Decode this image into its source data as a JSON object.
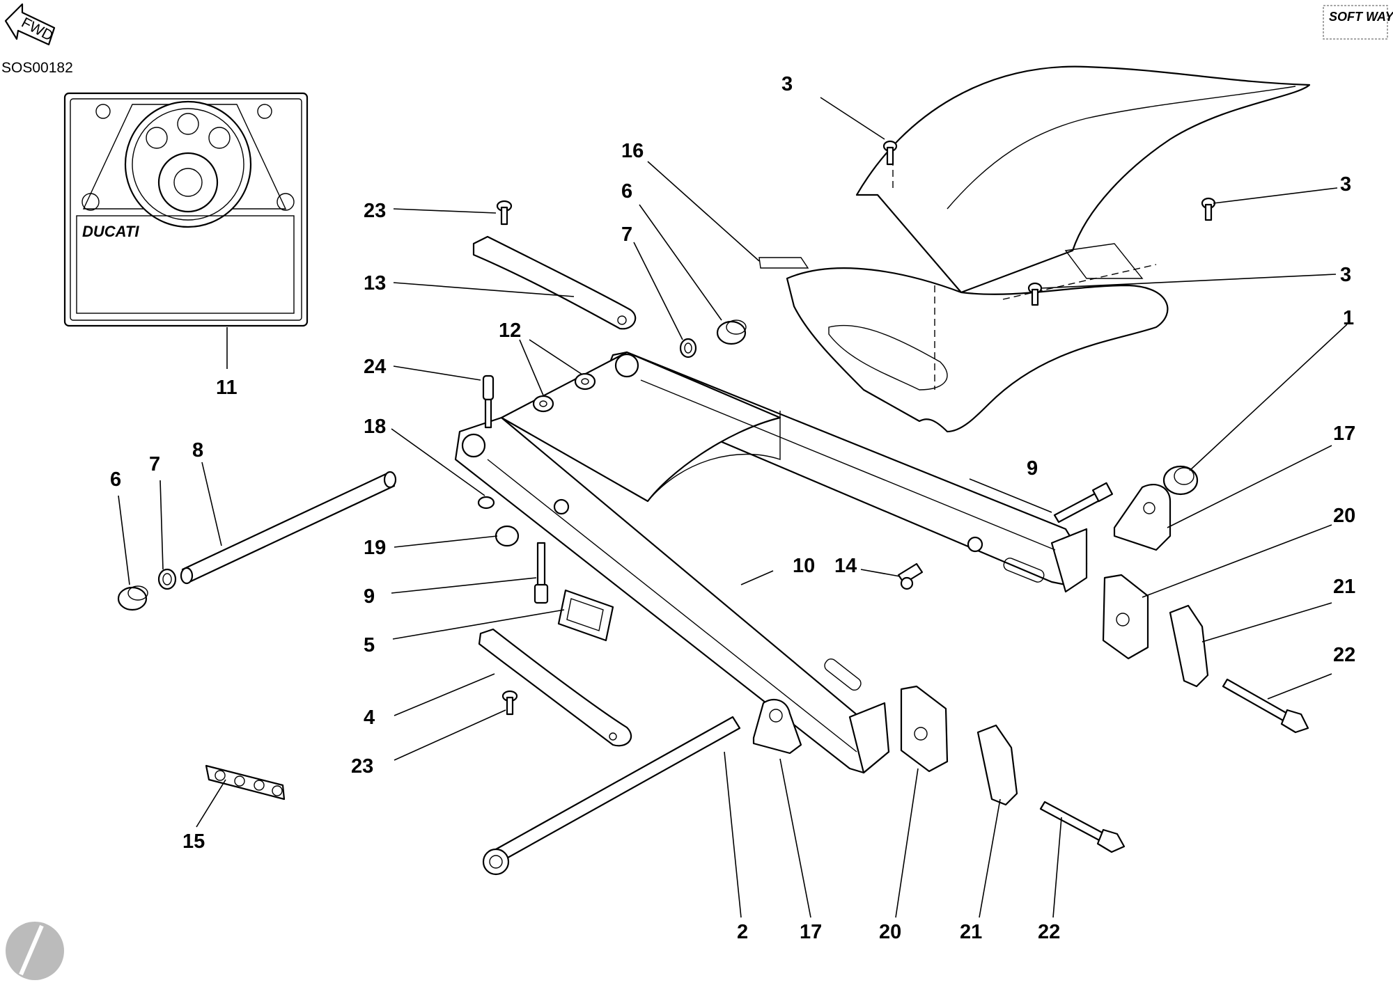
{
  "drawing": {
    "code": "SOS00182",
    "fwd_label": "FWD",
    "logo_text": "SOFT WAY",
    "brand_text": "DUCATI"
  },
  "callouts": {
    "c1": "1",
    "c2": "2",
    "c3a": "3",
    "c3b": "3",
    "c3c": "3",
    "c4": "4",
    "c5": "5",
    "c6a": "6",
    "c6b": "6",
    "c7a": "7",
    "c7b": "7",
    "c8": "8",
    "c9a": "9",
    "c9b": "9",
    "c10": "10",
    "c11": "11",
    "c12": "12",
    "c13": "13",
    "c14": "14",
    "c15": "15",
    "c16": "16",
    "c17a": "17",
    "c17b": "17",
    "c18": "18",
    "c19": "19",
    "c20a": "20",
    "c20b": "20",
    "c21a": "21",
    "c21b": "21",
    "c22a": "22",
    "c22b": "22",
    "c23a": "23",
    "c23b": "23",
    "c24": "24"
  }
}
